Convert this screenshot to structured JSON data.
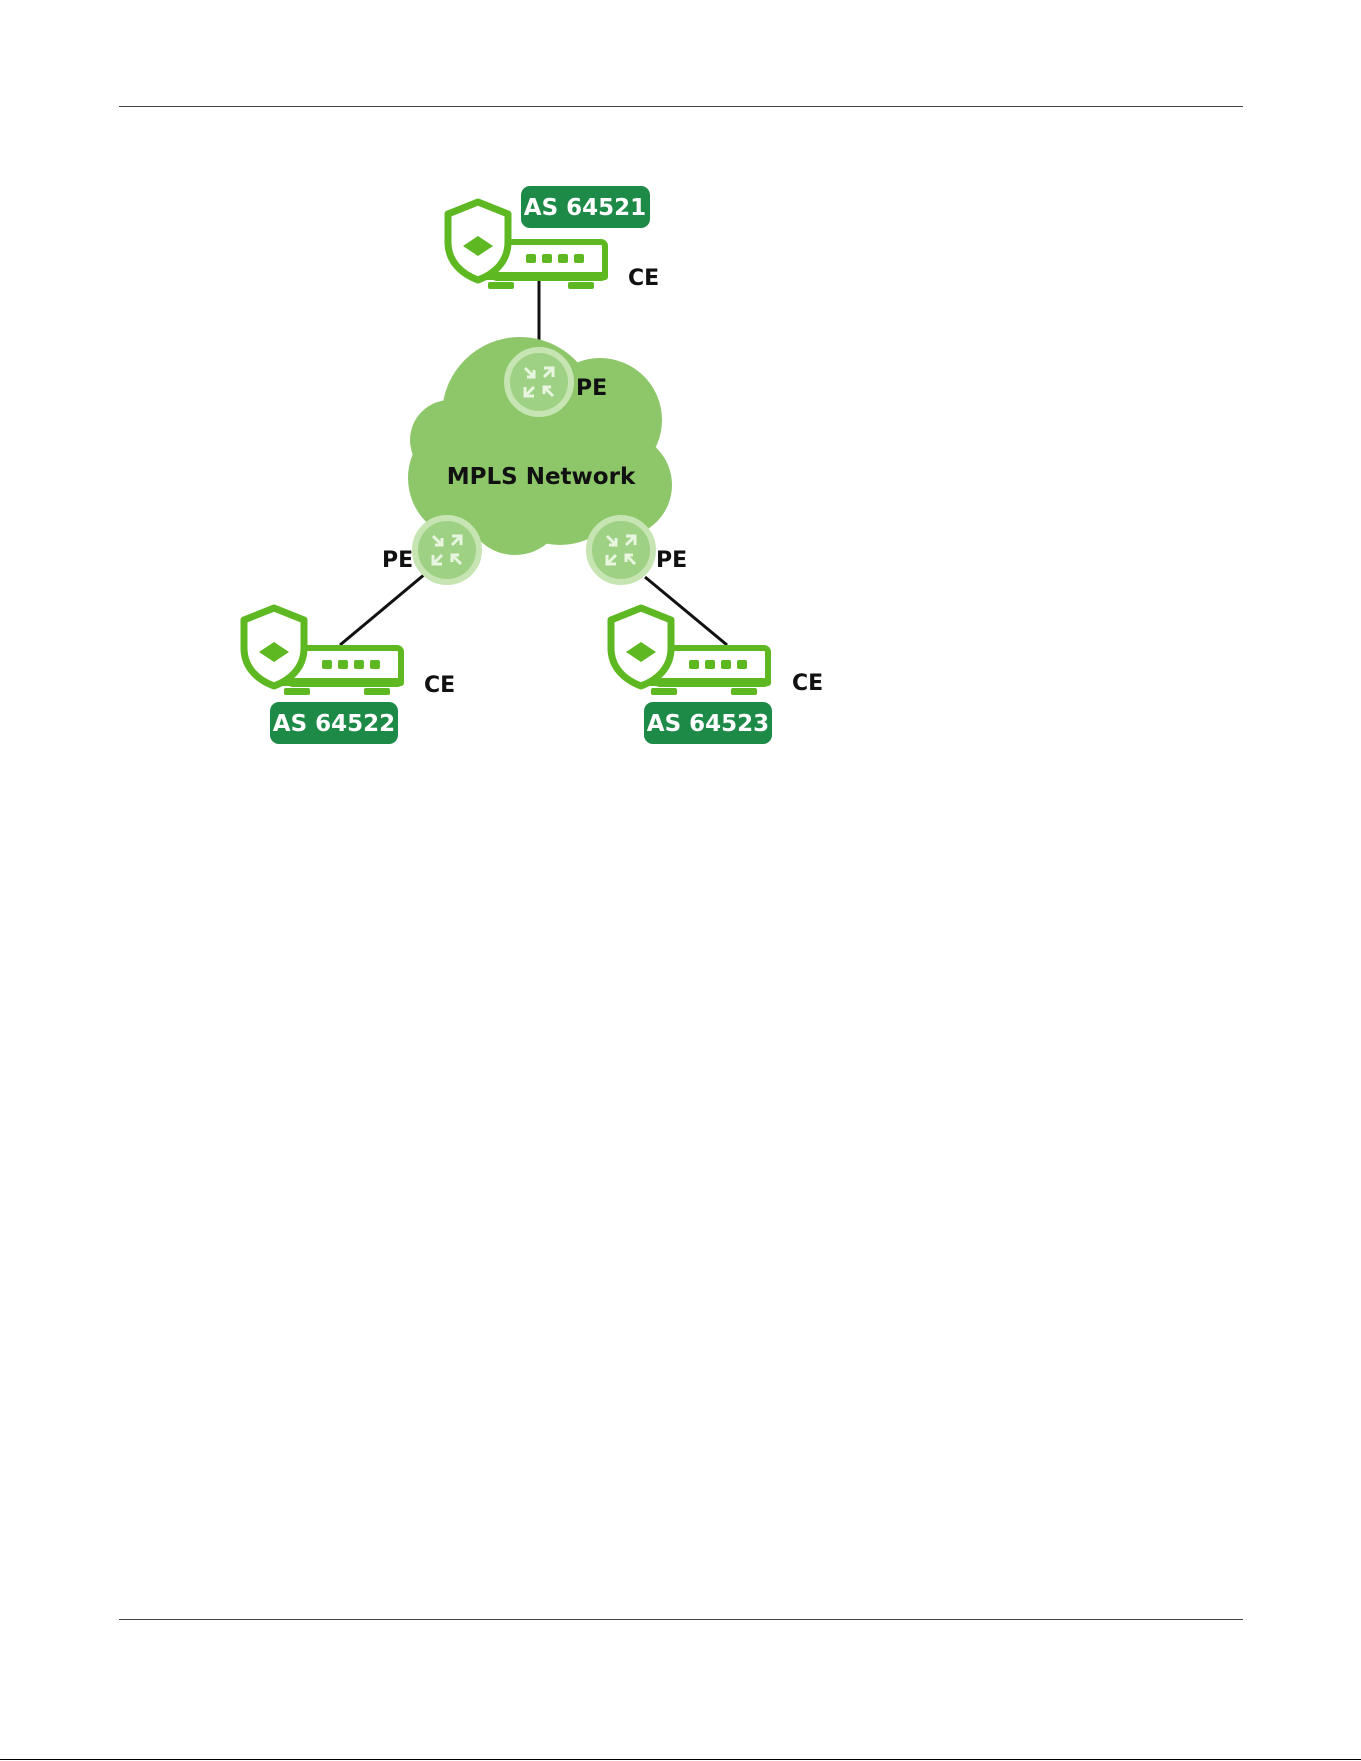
{
  "diagram": {
    "network_label": "MPLS Network",
    "sites": [
      {
        "as_label": "AS 64521",
        "device_label": "CE",
        "pe_label": "PE"
      },
      {
        "as_label": "AS 64522",
        "device_label": "CE",
        "pe_label": "PE"
      },
      {
        "as_label": "AS 64523",
        "device_label": "CE",
        "pe_label": "PE"
      }
    ],
    "colors": {
      "cloud": "#8dc76a",
      "device_green": "#5db822",
      "as_badge": "#1e8a48",
      "pe_fill": "#9fd184",
      "pe_ring": "#c6e5b3",
      "line": "#111111"
    }
  }
}
